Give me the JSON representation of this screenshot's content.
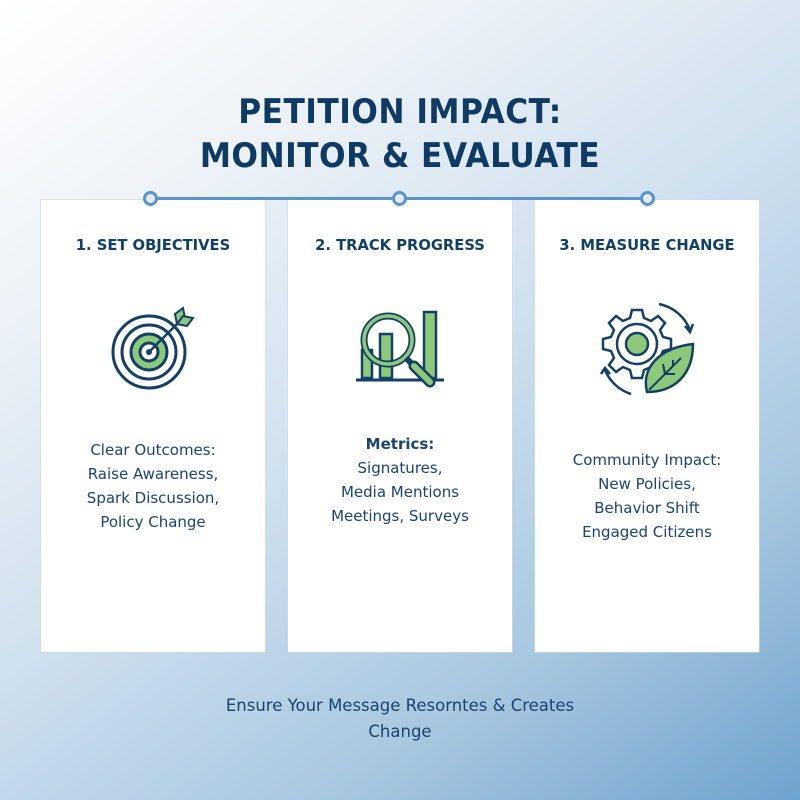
{
  "header": {
    "title_line1": "PETITION IMPACT:",
    "title_line2": "MONITOR & EVALUATE"
  },
  "timeline": {
    "nodes": 3,
    "color": "#5b93cc"
  },
  "cards": [
    {
      "title": "1. SET OBJECTIVES",
      "icon": "target-arrow-icon",
      "lead": "Clear Outcomes:",
      "lead_bold": false,
      "lines": [
        "Raise Awareness,",
        "Spark Discussion,",
        "Policy Change"
      ]
    },
    {
      "title": "2. TRACK PROGRESS",
      "icon": "chart-magnifier-icon",
      "lead": "Metrics:",
      "lead_bold": true,
      "lines": [
        "Signatures,",
        "Media Mentions",
        "Meetings, Surveys"
      ]
    },
    {
      "title": "3. MEASURE CHANGE",
      "icon": "gear-leaf-cycle-icon",
      "lead": "Community Impact:",
      "lead_bold": false,
      "lines": [
        "New Policies,",
        "Behavior Shift",
        "Engaged Citizens"
      ]
    }
  ],
  "footer": {
    "line1": "Ensure Your Message Resorntes & Creates",
    "line2": "Change"
  },
  "colors": {
    "navy": "#123f66",
    "green": "#8cc97a",
    "accent_blue": "#5b93cc"
  }
}
